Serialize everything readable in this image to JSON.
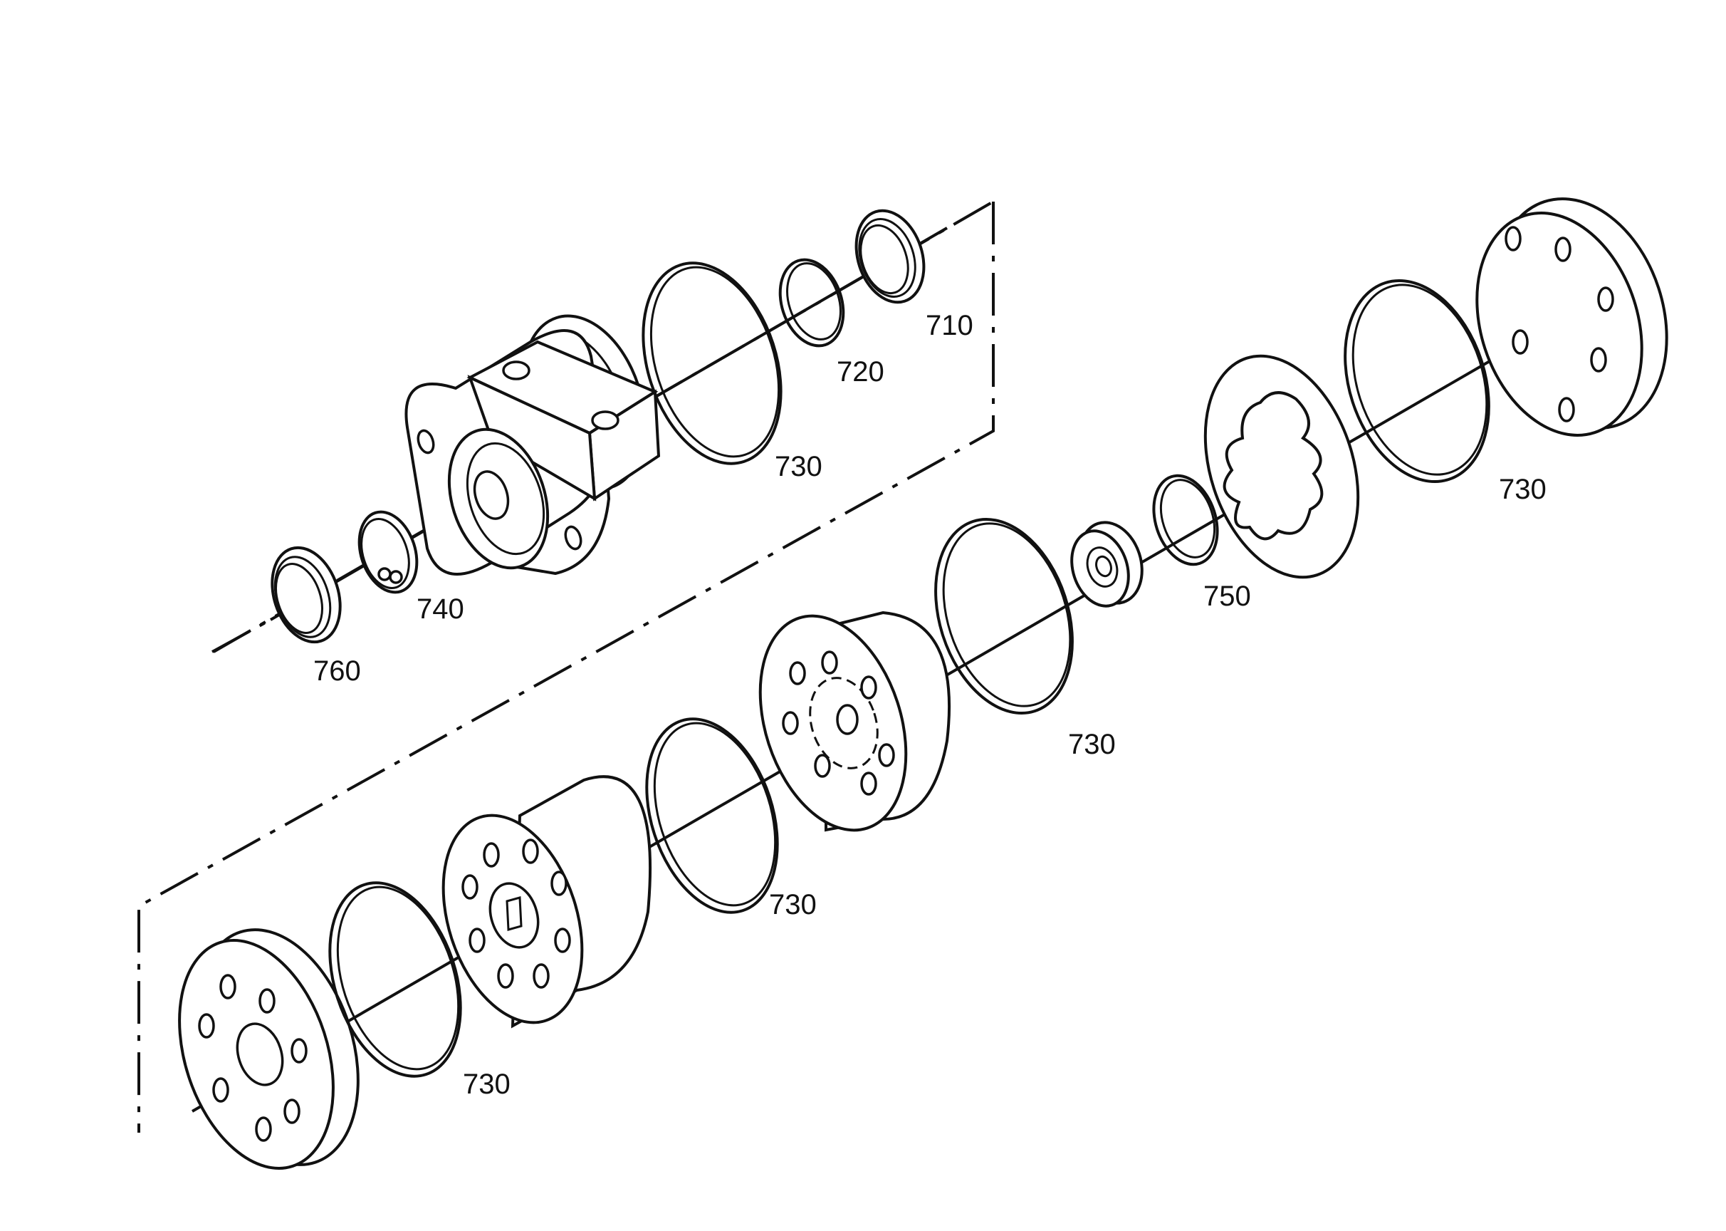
{
  "diagram": {
    "type": "exploded-parts-view",
    "callouts": [
      {
        "id": "c710",
        "text": "710"
      },
      {
        "id": "c720",
        "text": "720"
      },
      {
        "id": "c730a",
        "text": "730"
      },
      {
        "id": "c740",
        "text": "740"
      },
      {
        "id": "c760",
        "text": "760"
      },
      {
        "id": "c750",
        "text": "750"
      },
      {
        "id": "c730b",
        "text": "730"
      },
      {
        "id": "c730c",
        "text": "730"
      },
      {
        "id": "c730d",
        "text": "730"
      },
      {
        "id": "c730e",
        "text": "730"
      }
    ]
  }
}
